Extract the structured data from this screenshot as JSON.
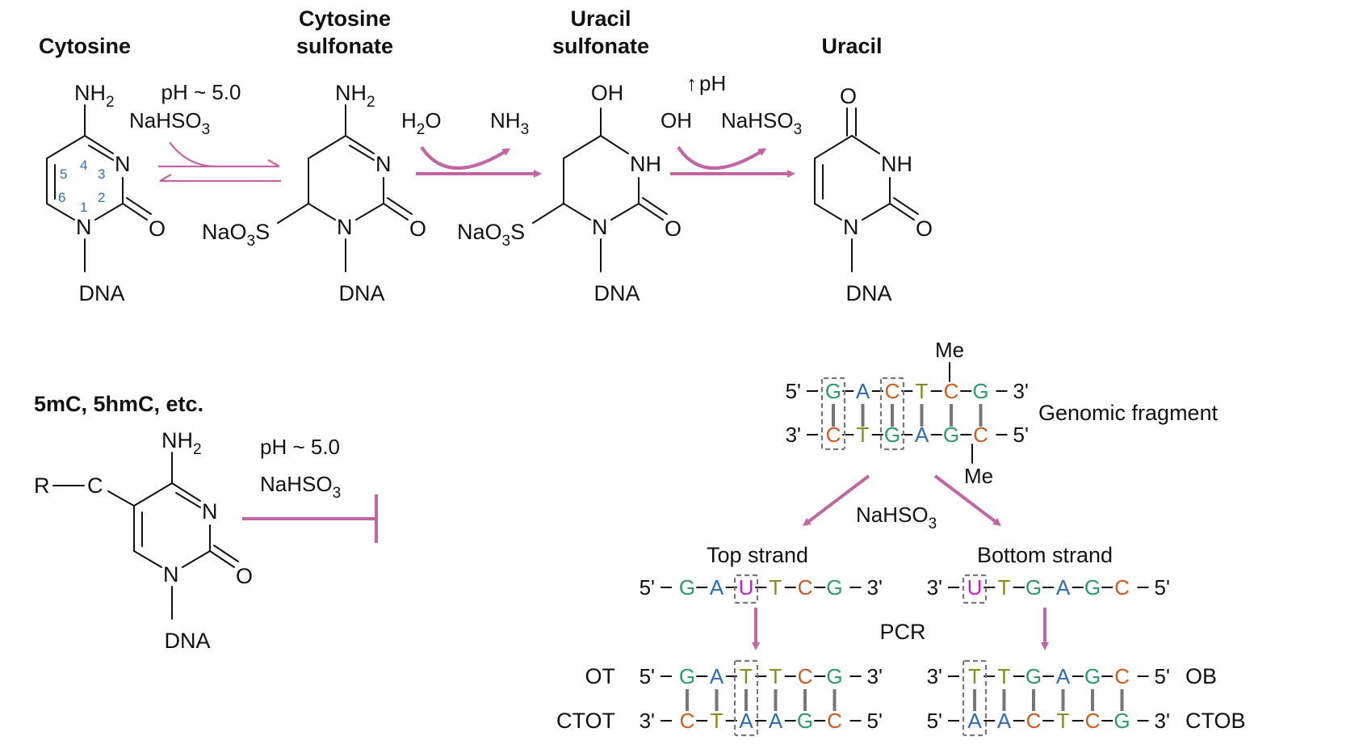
{
  "colors": {
    "arrow": "#c266a3",
    "G": "#2e9a68",
    "A": "#2b6cb5",
    "C": "#cf5a1f",
    "T": "#8a8a1a",
    "U": "#d11ad1",
    "numbering": "#2f6fb2",
    "box": "#777777"
  },
  "labels": {
    "cytosine": "Cytosine",
    "cyt_sulf_1": "Cytosine",
    "cyt_sulf_2": "sulfonate",
    "ura_sulf_1": "Uracil",
    "ura_sulf_2": "sulfonate",
    "uracil": "Uracil",
    "modified": "5mC, 5hmC, etc."
  },
  "atoms": {
    "nh2": "NH",
    "sub2": "2",
    "sub3": "3",
    "n": "N",
    "o": "O",
    "oh": "OH",
    "nh": "NH",
    "dna": "DNA",
    "nao3s_a": "NaO",
    "nao3s_b": "S",
    "r": "R",
    "c": "C",
    "nums": [
      "5",
      "4",
      "3",
      "6",
      "2",
      "1"
    ]
  },
  "reagents": {
    "ph": "pH ~ 5.0",
    "nahso3_a": "NaHSO",
    "h2o_a": "H",
    "h2o_b": "O",
    "nh3_a": "NH",
    "raise_ph": "pH",
    "up_arrow": "↑",
    "oh": "OH"
  },
  "dna": {
    "genomic": "Genomic fragment",
    "me": "Me",
    "prime5": "5'",
    "prime3": "3'",
    "genomic_top": [
      "G",
      "A",
      "C",
      "T",
      "C",
      "G"
    ],
    "genomic_bot": [
      "C",
      "T",
      "G",
      "A",
      "G",
      "C"
    ],
    "top_strand_label": "Top strand",
    "bottom_strand_label": "Bottom strand",
    "top_strand": [
      "G",
      "A",
      "U",
      "T",
      "C",
      "G"
    ],
    "bottom_strand": [
      "U",
      "T",
      "G",
      "A",
      "G",
      "C"
    ],
    "pcr": "PCR",
    "ot_label": "OT",
    "ctot_label": "CTOT",
    "ob_label": "OB",
    "ctob_label": "CTOB",
    "ot": [
      "G",
      "A",
      "T",
      "T",
      "C",
      "G"
    ],
    "ctot": [
      "C",
      "T",
      "A",
      "A",
      "G",
      "C"
    ],
    "ob": [
      "T",
      "T",
      "G",
      "A",
      "G",
      "C"
    ],
    "ctob": [
      "A",
      "A",
      "C",
      "T",
      "C",
      "G"
    ]
  }
}
